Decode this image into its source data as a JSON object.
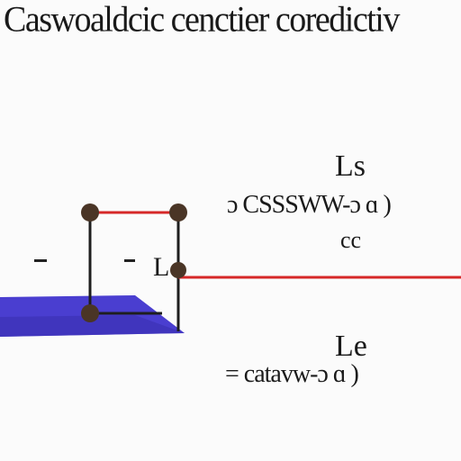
{
  "title": "Caswoaldcic cenctier coredictiv",
  "labels": {
    "top_right_symbol": "Ls",
    "top_expression": "ɔ CSSSWW-ɔ ɑ )",
    "middle_right_symbol": "cc",
    "node_label": "L",
    "bottom_right_symbol": "Le",
    "bottom_expression": "= catavw-ɔ ɑ )"
  },
  "colors": {
    "wire_black": "#1e1e1e",
    "wire_red": "#d62828",
    "node_brown": "#4a3526",
    "plane_blue": "#4a3ed0"
  }
}
